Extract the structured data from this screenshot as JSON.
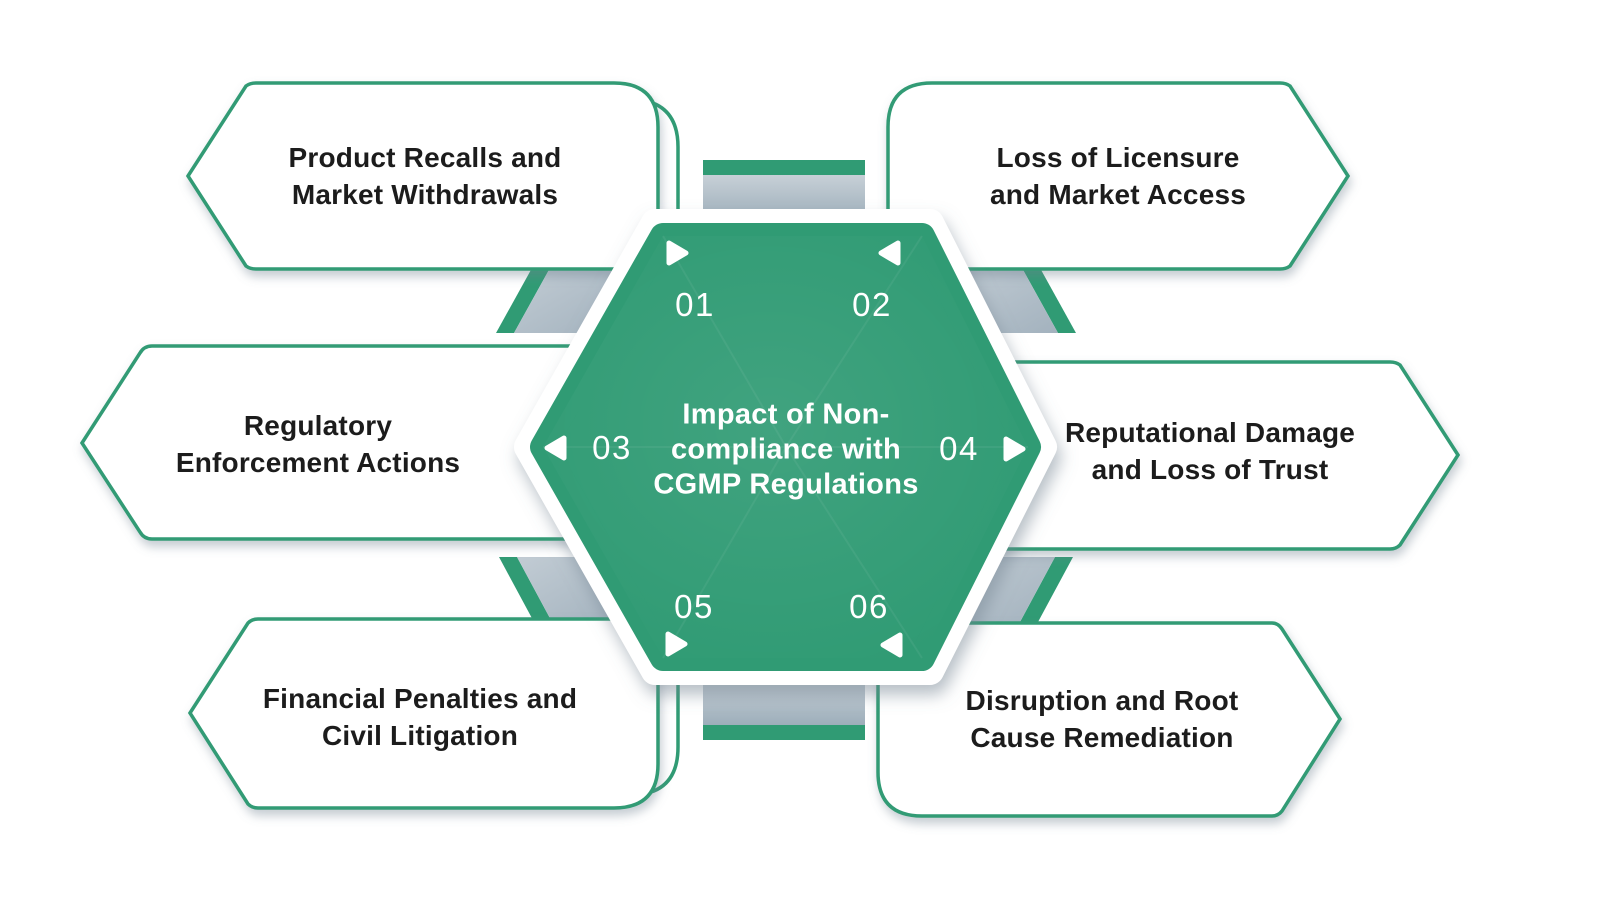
{
  "title_hexagon": {
    "lines": [
      "Impact of Non-",
      "compliance with",
      "CGMP Regulations"
    ]
  },
  "items": [
    {
      "number": "01",
      "lines": [
        "Product Recalls and",
        "Market Withdrawals"
      ]
    },
    {
      "number": "02",
      "lines": [
        "Loss of Licensure",
        "and Market Access"
      ]
    },
    {
      "number": "03",
      "lines": [
        "Regulatory",
        "Enforcement Actions"
      ]
    },
    {
      "number": "04",
      "lines": [
        "Reputational Damage",
        "and Loss of Trust"
      ]
    },
    {
      "number": "05",
      "lines": [
        "Financial Penalties and",
        "Civil Litigation"
      ]
    },
    {
      "number": "06",
      "lines": [
        "Disruption and Root",
        "Cause Remediation"
      ]
    }
  ],
  "colors": {
    "green": "#309B74",
    "connector_gray_light": "#C7D0D7",
    "connector_gray_dark": "#9DAEBA",
    "text_dark": "#1C1C1C",
    "white": "#FFFFFF"
  }
}
